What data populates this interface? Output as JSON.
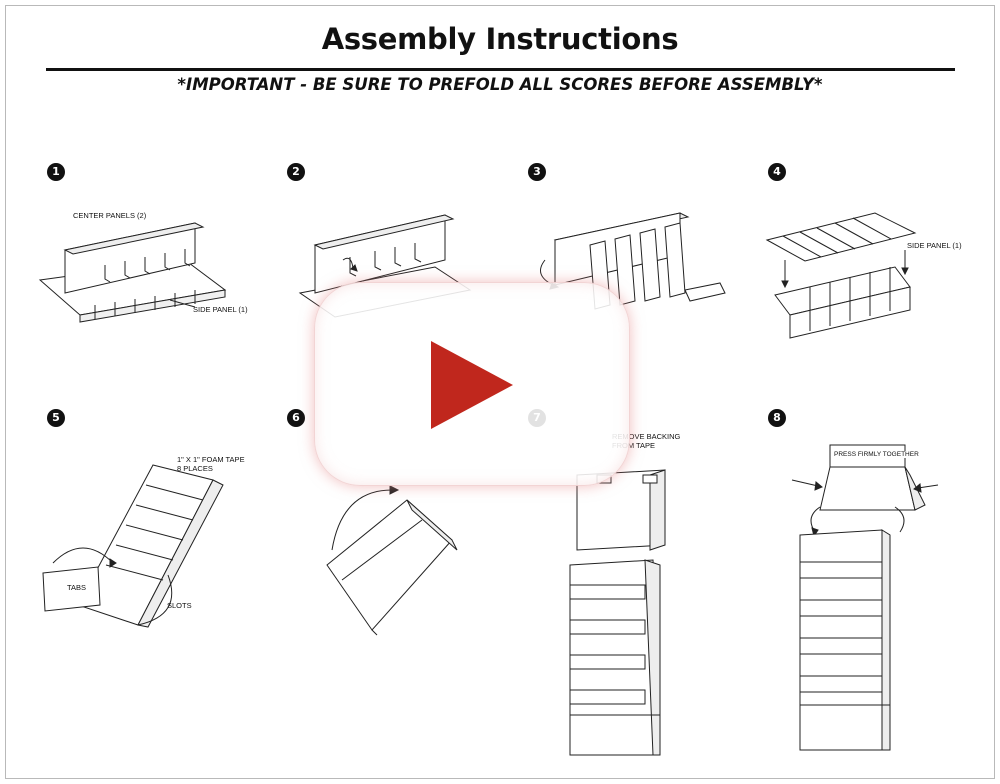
{
  "header": {
    "title": "Assembly Instructions",
    "subtitle": "*IMPORTANT - BE SURE TO PREFOLD ALL SCORES BEFORE ASSEMBLY*"
  },
  "steps": [
    {
      "number": "1",
      "labels": [
        "CENTER PANELS (2)",
        "SIDE PANEL (1)"
      ]
    },
    {
      "number": "2",
      "labels": []
    },
    {
      "number": "3",
      "labels": []
    },
    {
      "number": "4",
      "labels": [
        "SIDE PANEL (1)"
      ]
    },
    {
      "number": "5",
      "labels": [
        "1\" X 1\" FOAM TAPE",
        "8 PLACES",
        "TABS",
        "SLOTS"
      ]
    },
    {
      "number": "6",
      "labels": []
    },
    {
      "number": "7",
      "labels": [
        "REMOVE BACKING",
        "FROM TAPE"
      ]
    },
    {
      "number": "8",
      "labels": [
        "PRESS FIRMLY TOGETHER"
      ]
    }
  ],
  "player": {
    "control": "play-button-icon",
    "accent_color": "#c0271d"
  }
}
